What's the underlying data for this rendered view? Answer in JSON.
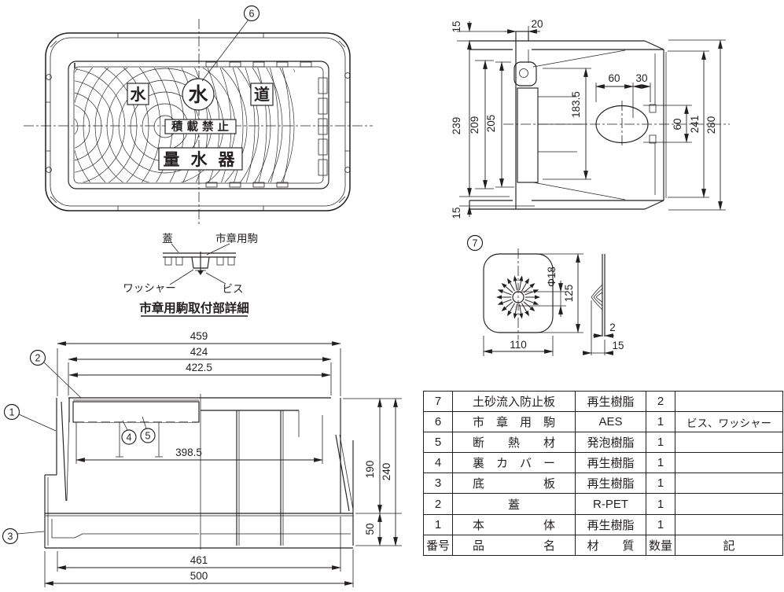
{
  "colors": {
    "line": "#231f20",
    "background": "#ffffff"
  },
  "plan_view": {
    "callout6": "6",
    "mark_water_left": "水",
    "mark_water_circle": "水",
    "mark_do": "道",
    "mark_no_loading": "積載禁止",
    "mark_meter": "量水器"
  },
  "end_view": {
    "dim_15_top": "15",
    "dim_20": "20",
    "dim_239": "239",
    "dim_209": "209",
    "dim_205": "205",
    "dim_183_5": "183.5",
    "dim_60_top": "60",
    "dim_30": "30",
    "dim_60_right": "60",
    "dim_241": "241",
    "dim_280": "280",
    "dim_15_bottom": "15"
  },
  "emblem_detail": {
    "label_lid": "蓋",
    "label_emblem": "市章用駒",
    "label_washer": "ワッシャー",
    "label_screw": "ビス",
    "title": "市章用駒取付部詳細"
  },
  "part7_view": {
    "callout7": "7",
    "dim_hole": "Φ18",
    "dim_125": "125",
    "dim_110": "110",
    "dim_2": "2",
    "dim_15": "15"
  },
  "section_view": {
    "callout1": "1",
    "callout2": "2",
    "callout3": "3",
    "callout4": "4",
    "callout5": "5",
    "dim_459": "459",
    "dim_424": "424",
    "dim_422_5": "422.5",
    "dim_398_5": "398.5",
    "dim_190": "190",
    "dim_240": "240",
    "dim_50": "50",
    "dim_461": "461",
    "dim_500": "500"
  },
  "parts_table": {
    "header": {
      "no": "番号",
      "name": "品　　　　　名",
      "material": "材　　質",
      "qty": "数量",
      "note": "記"
    },
    "rows": [
      {
        "no": "7",
        "name": "土砂流入防止板",
        "material": "再生樹脂",
        "qty": "2",
        "note": ""
      },
      {
        "no": "6",
        "name": "市　章　用　駒",
        "material": "AES",
        "qty": "1",
        "note": "ビス、ワッシャー"
      },
      {
        "no": "5",
        "name": "断　　熱　　材",
        "material": "発泡樹脂",
        "qty": "1",
        "note": ""
      },
      {
        "no": "4",
        "name": "裏　カ　バ　ー",
        "material": "再生樹脂",
        "qty": "1",
        "note": ""
      },
      {
        "no": "3",
        "name": "底　　　　　板",
        "material": "再生樹脂",
        "qty": "1",
        "note": ""
      },
      {
        "no": "2",
        "name": "蓋",
        "material": "R-PET",
        "qty": "1",
        "note": ""
      },
      {
        "no": "1",
        "name": "本　　　　　体",
        "material": "再生樹脂",
        "qty": "1",
        "note": ""
      }
    ]
  }
}
